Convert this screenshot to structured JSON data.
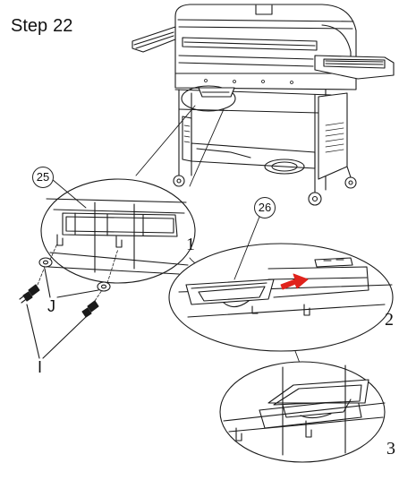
{
  "step": {
    "label": "Step",
    "number": "22"
  },
  "callouts": {
    "grease_tray_frame": "25",
    "grease_tray": "26"
  },
  "parts": {
    "screw": "I",
    "washer": "J"
  },
  "sub_steps": {
    "one": "1",
    "two": "2",
    "three": "3"
  },
  "colors": {
    "line": "#1a1a1a",
    "arrow": "#e0231c",
    "background": "#ffffff"
  }
}
